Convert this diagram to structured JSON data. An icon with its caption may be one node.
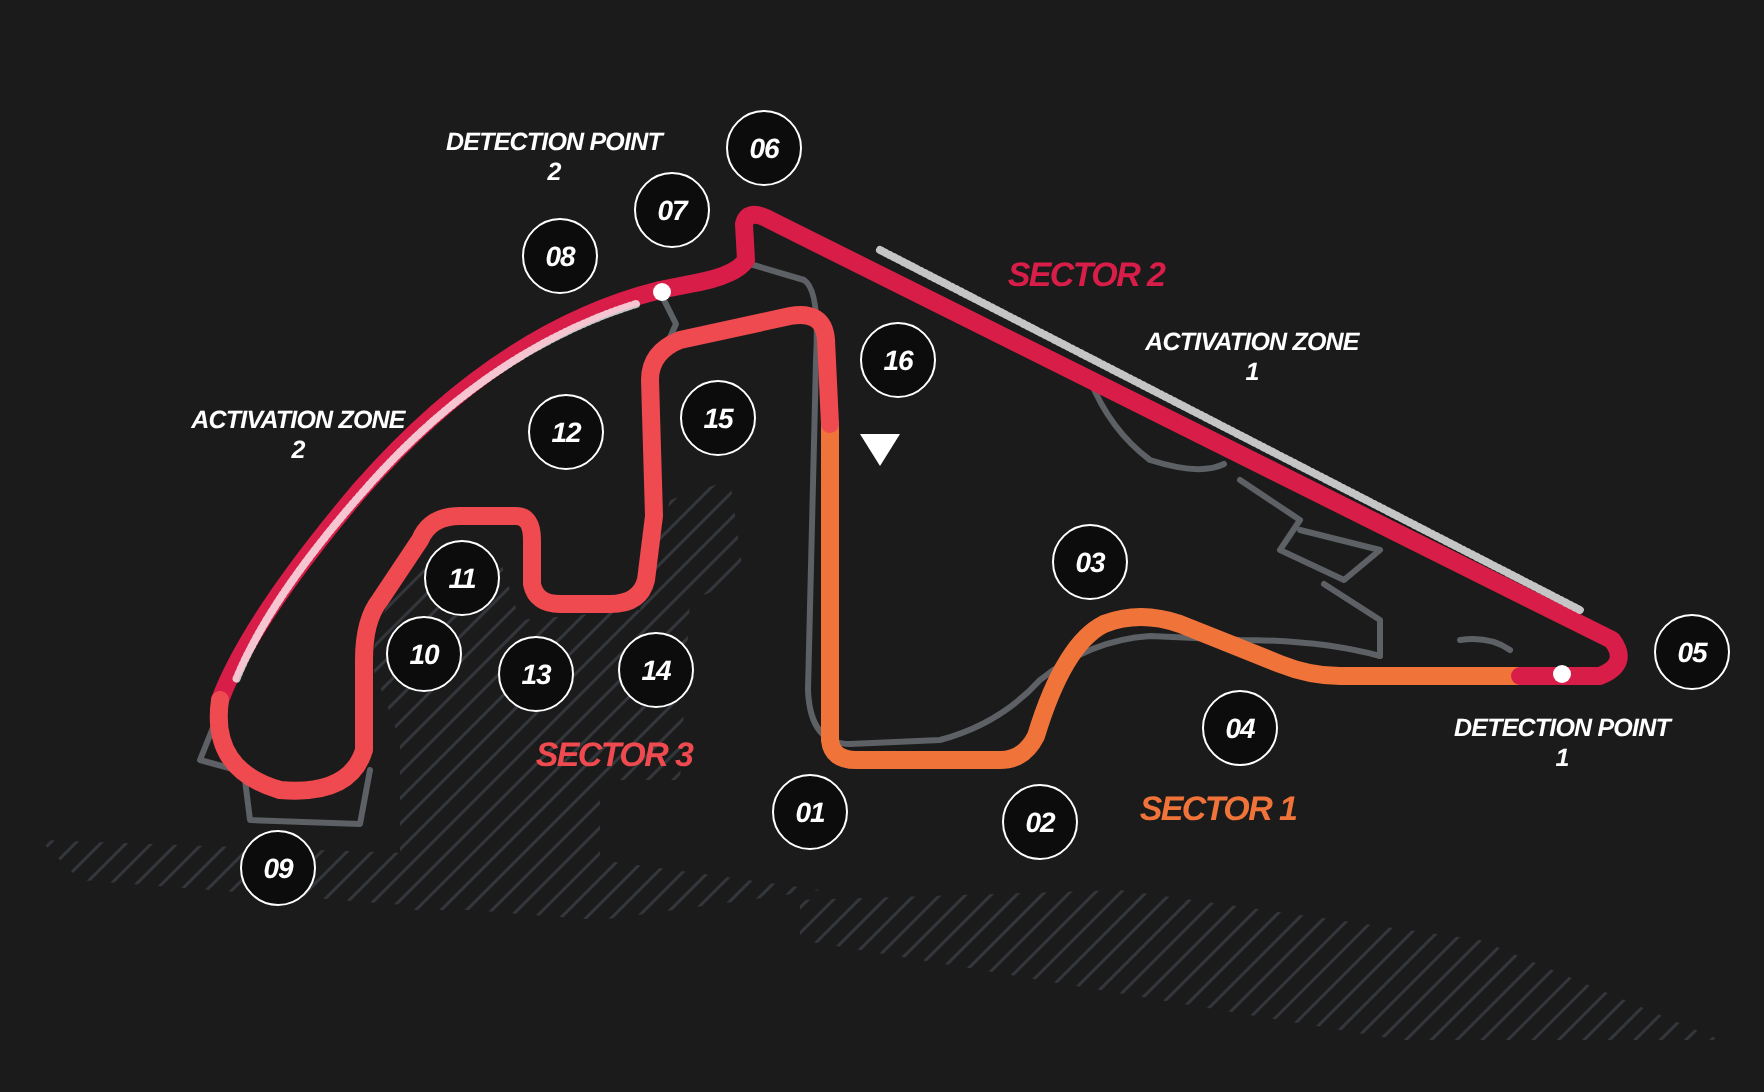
{
  "diagram": {
    "labels": [
      "DETECTION POINT 2",
      "06",
      "07",
      "08",
      "SECTOR 2",
      "ACTIVATION ZONE 1",
      "16",
      "ACTIVATION ZONE 2",
      "12",
      "15",
      "03",
      "11",
      "10",
      "13",
      "14",
      "05",
      "04",
      "DETECTION POINT 1",
      "SECTOR 3",
      "01",
      "02",
      "SECTOR 1",
      "09"
    ]
  }
}
